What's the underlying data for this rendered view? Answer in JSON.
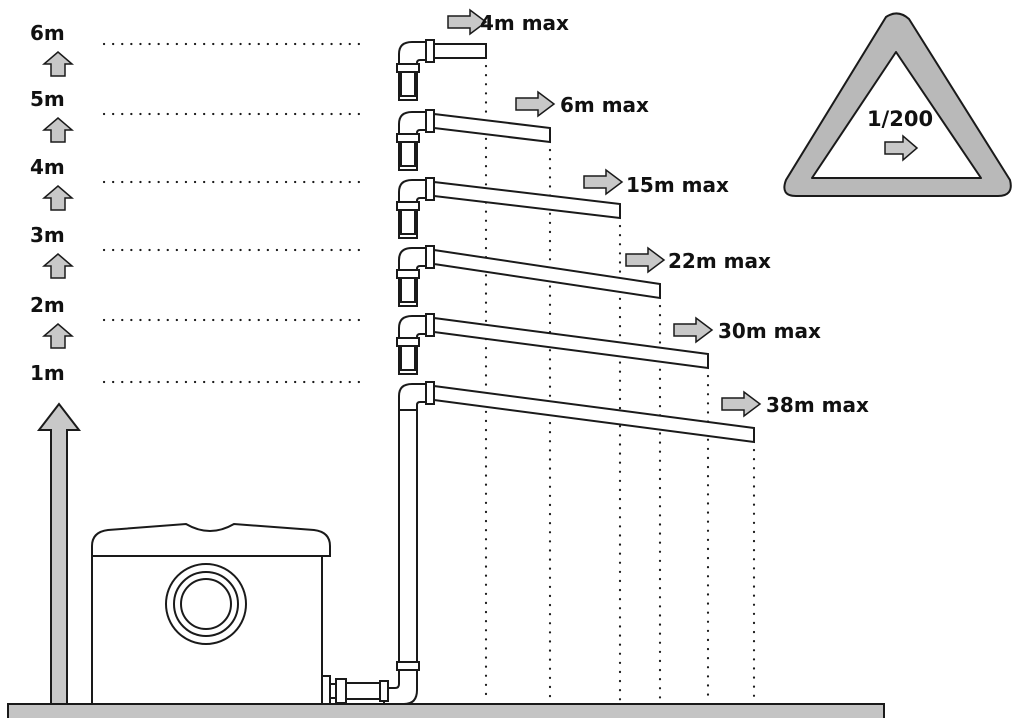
{
  "diagram": {
    "heights": [
      "6m",
      "5m",
      "4m",
      "3m",
      "2m",
      "1m"
    ],
    "max_lengths": [
      "4m max",
      "6m max",
      "15m max",
      "22m max",
      "30m max",
      "38m max"
    ],
    "slope": "1/200",
    "colors": {
      "line": "#1a1a1a",
      "arrow_fill": "#c8c8c8",
      "triangle_fill": "#b9b9b9",
      "floor_fill": "#c4c4c4",
      "background": "#ffffff"
    }
  }
}
